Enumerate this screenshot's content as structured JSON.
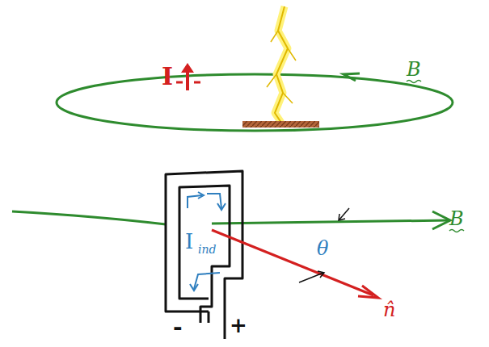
{
  "diagram": {
    "labels": [
      "I",
      "B",
      "I",
      "ind",
      "θ",
      "B",
      "n̂",
      "-",
      "+"
    ]
  }
}
